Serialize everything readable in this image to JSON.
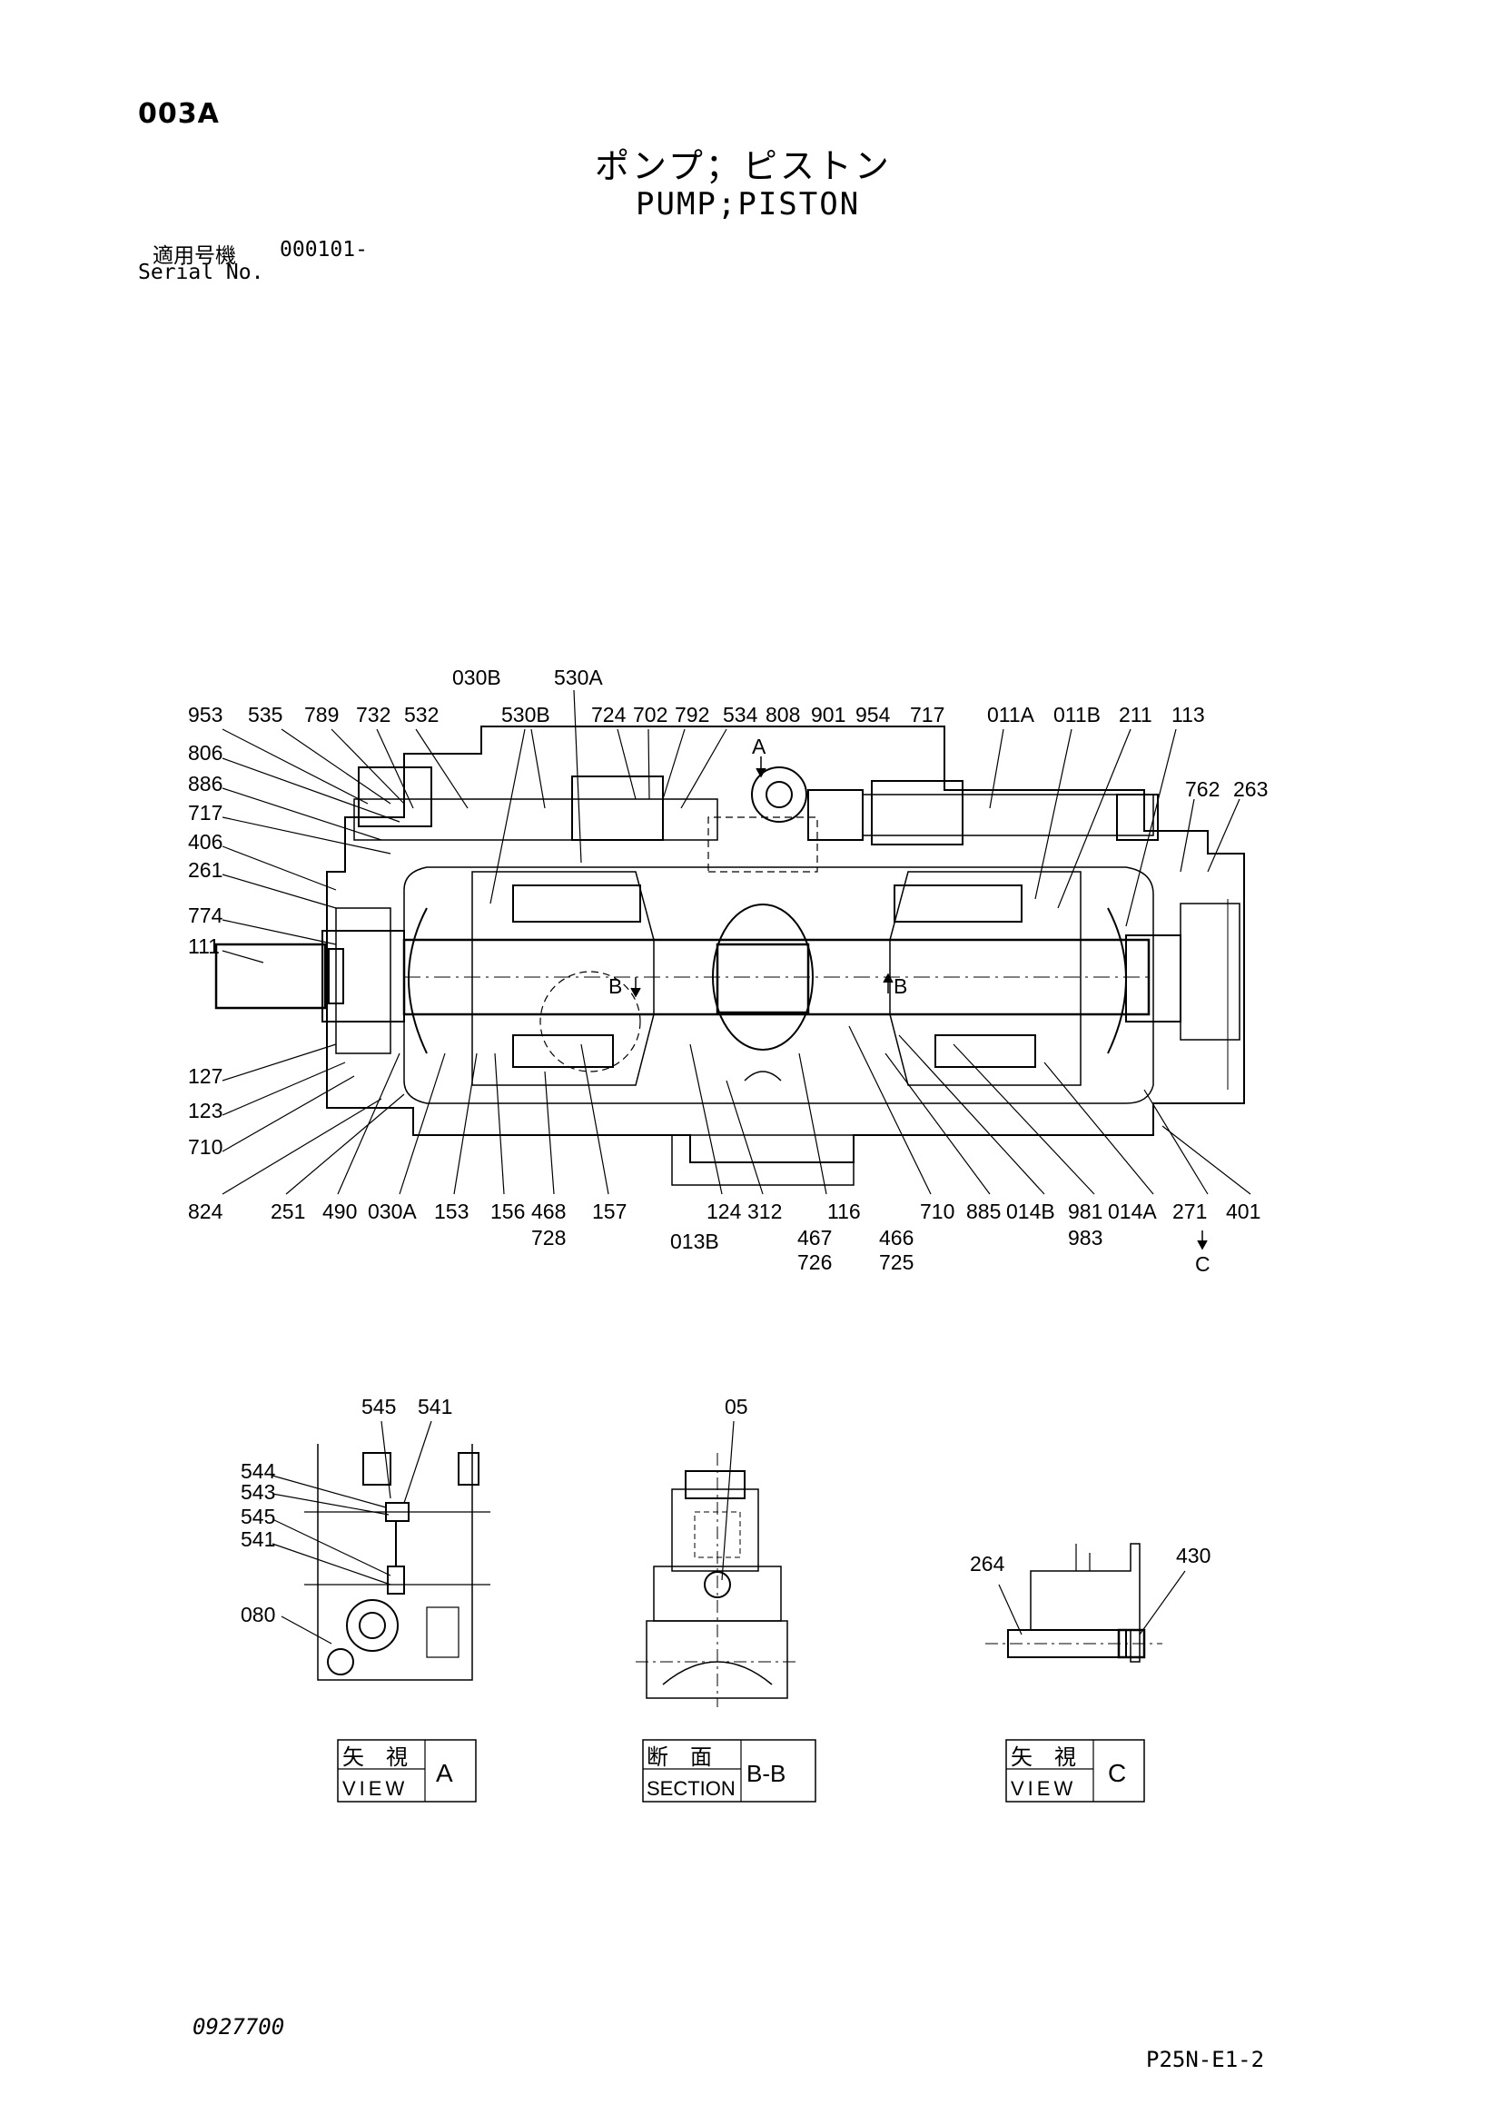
{
  "header": {
    "page_code": "003A",
    "title_jp": "ポンプ；ピストン",
    "title_en": "PUMP;PISTON",
    "serial_label_jp": "適用号機",
    "serial_value": "000101-",
    "serial_label_en": "Serial No."
  },
  "main_drawing": {
    "callouts": [
      {
        "id": "c030b",
        "text": "030B"
      },
      {
        "id": "c530a",
        "text": "530A"
      },
      {
        "id": "c953",
        "text": "953"
      },
      {
        "id": "c535",
        "text": "535"
      },
      {
        "id": "c789",
        "text": "789"
      },
      {
        "id": "c732",
        "text": "732"
      },
      {
        "id": "c532",
        "text": "532"
      },
      {
        "id": "c530b",
        "text": "530B"
      },
      {
        "id": "c724",
        "text": "724"
      },
      {
        "id": "c702",
        "text": "702"
      },
      {
        "id": "c792",
        "text": "792"
      },
      {
        "id": "c534",
        "text": "534"
      },
      {
        "id": "c808",
        "text": "808"
      },
      {
        "id": "c901",
        "text": "901"
      },
      {
        "id": "c954",
        "text": "954"
      },
      {
        "id": "c717a",
        "text": "717"
      },
      {
        "id": "c011a",
        "text": "011A"
      },
      {
        "id": "c011b",
        "text": "011B"
      },
      {
        "id": "c211",
        "text": "211"
      },
      {
        "id": "c113",
        "text": "113"
      },
      {
        "id": "c806",
        "text": "806"
      },
      {
        "id": "c886",
        "text": "886"
      },
      {
        "id": "c717b",
        "text": "717"
      },
      {
        "id": "c406",
        "text": "406"
      },
      {
        "id": "c261",
        "text": "261"
      },
      {
        "id": "c774",
        "text": "774"
      },
      {
        "id": "c111",
        "text": "111"
      },
      {
        "id": "c127",
        "text": "127"
      },
      {
        "id": "c123",
        "text": "123"
      },
      {
        "id": "c710a",
        "text": "710"
      },
      {
        "id": "c762",
        "text": "762"
      },
      {
        "id": "c263",
        "text": "263"
      },
      {
        "id": "c824",
        "text": "824"
      },
      {
        "id": "c251",
        "text": "251"
      },
      {
        "id": "c490",
        "text": "490"
      },
      {
        "id": "c030a",
        "text": "030A"
      },
      {
        "id": "c153",
        "text": "153"
      },
      {
        "id": "c156",
        "text": "156"
      },
      {
        "id": "c468",
        "text": "468"
      },
      {
        "id": "c157",
        "text": "157"
      },
      {
        "id": "c124",
        "text": "124"
      },
      {
        "id": "c312",
        "text": "312"
      },
      {
        "id": "c116",
        "text": "116"
      },
      {
        "id": "c710b",
        "text": "710"
      },
      {
        "id": "c885",
        "text": "885"
      },
      {
        "id": "c014b",
        "text": "014B"
      },
      {
        "id": "c981",
        "text": "981"
      },
      {
        "id": "c014a",
        "text": "014A"
      },
      {
        "id": "c271",
        "text": "271"
      },
      {
        "id": "c401",
        "text": "401"
      },
      {
        "id": "c728",
        "text": "728"
      },
      {
        "id": "c013b",
        "text": "013B"
      },
      {
        "id": "c467",
        "text": "467"
      },
      {
        "id": "c466",
        "text": "466"
      },
      {
        "id": "c983",
        "text": "983"
      },
      {
        "id": "c726",
        "text": "726"
      },
      {
        "id": "c725",
        "text": "725"
      }
    ],
    "markers": [
      {
        "id": "mA",
        "text": "A"
      },
      {
        "id": "mB1",
        "text": "B"
      },
      {
        "id": "mB2",
        "text": "B"
      },
      {
        "id": "mC",
        "text": "C"
      }
    ]
  },
  "view_a": {
    "callouts": [
      {
        "id": "a545a",
        "text": "545"
      },
      {
        "id": "a541a",
        "text": "541"
      },
      {
        "id": "a544",
        "text": "544"
      },
      {
        "id": "a543",
        "text": "543"
      },
      {
        "id": "a545b",
        "text": "545"
      },
      {
        "id": "a541b",
        "text": "541"
      },
      {
        "id": "a080",
        "text": "080"
      }
    ],
    "label_jp": "矢　視",
    "label_en": "VIEW",
    "label_letter": "A"
  },
  "section_bb": {
    "callouts": [
      {
        "id": "s05",
        "text": "05"
      }
    ],
    "label_jp": "断　面",
    "label_en": "SECTION",
    "label_letter": "B-B"
  },
  "view_c": {
    "callouts": [
      {
        "id": "v264",
        "text": "264"
      },
      {
        "id": "v430",
        "text": "430"
      }
    ],
    "label_jp": "矢　視",
    "label_en": "VIEW",
    "label_letter": "C"
  },
  "footer": {
    "drawing_number": "0927700",
    "page_ref": "P25N-E1-2"
  }
}
